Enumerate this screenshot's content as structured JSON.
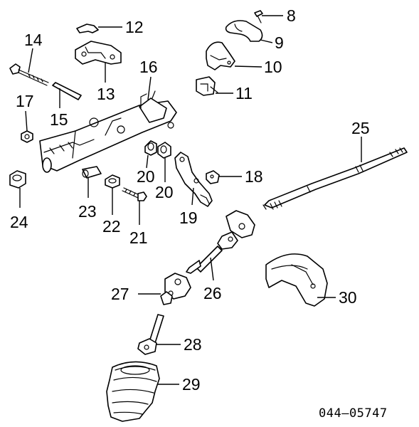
{
  "diagram": {
    "reference_code": "044–05747",
    "callouts": {
      "c8": "8",
      "c9": "9",
      "c10": "10",
      "c11": "11",
      "c12": "12",
      "c13": "13",
      "c14": "14",
      "c15": "15",
      "c16": "16",
      "c17": "17",
      "c18": "18",
      "c19": "19",
      "c20a": "20",
      "c20b": "20",
      "c21": "21",
      "c22": "22",
      "c23": "23",
      "c24": "24",
      "c25": "25",
      "c26": "26",
      "c27": "27",
      "c28": "28",
      "c29": "29",
      "c30": "30"
    }
  }
}
